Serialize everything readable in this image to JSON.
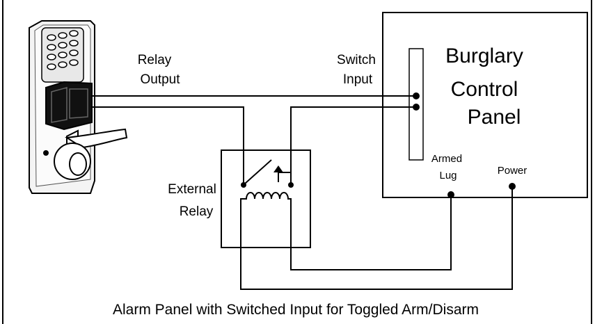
{
  "relay_output_label": [
    "Relay",
    "Output"
  ],
  "switch_input_label": [
    "Switch",
    "Input"
  ],
  "panel_title": [
    "Burglary",
    "Control",
    "Panel"
  ],
  "external_relay_label": [
    "External",
    "Relay"
  ],
  "armed_lug_label": [
    "Armed",
    "Lug"
  ],
  "power_label": "Power",
  "caption": "Alarm Panel with Switched Input for Toggled Arm/Disarm",
  "colors": {
    "line": "#000000",
    "background": "#ffffff",
    "lock_body": "#f2f2f2",
    "lock_relay": "#111111"
  }
}
